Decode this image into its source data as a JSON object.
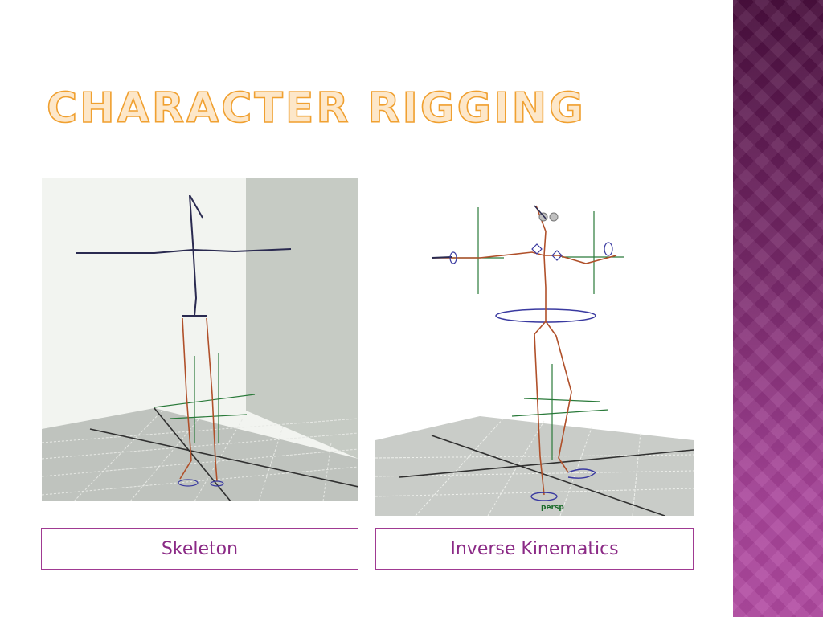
{
  "slide": {
    "title": "CHARACTER RIGGING",
    "colors": {
      "title_fill": "#fde7c9",
      "title_outline": "#f0a030",
      "accent": "#8b2a86",
      "band_top": "#4a0f3e",
      "band_bottom": "#b24aa2",
      "bone": "#b0502a",
      "bone_dark": "#2a2a50",
      "ik_handle": "#2a7a3a"
    }
  },
  "figures": [
    {
      "caption": "Skeleton"
    },
    {
      "caption": "Inverse Kinematics",
      "viewport_label": "persp"
    }
  ]
}
